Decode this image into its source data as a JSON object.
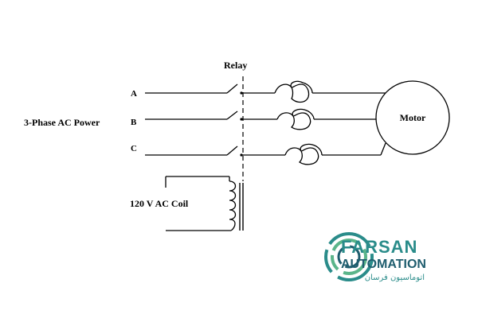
{
  "diagram": {
    "relay_label": "Relay",
    "power_label": "3-Phase AC Power",
    "phase_a": "A",
    "phase_b": "B",
    "phase_c": "C",
    "motor_label": "Motor",
    "coil_label": "120 V AC Coil"
  },
  "logo": {
    "line1": "FARSAN",
    "line2": "AUTOMATION",
    "line3": "اتوماسیون فرسان",
    "colors": {
      "teal": "#2a8c8a",
      "green": "#5bb58a",
      "dark": "#1f5d6e"
    }
  }
}
